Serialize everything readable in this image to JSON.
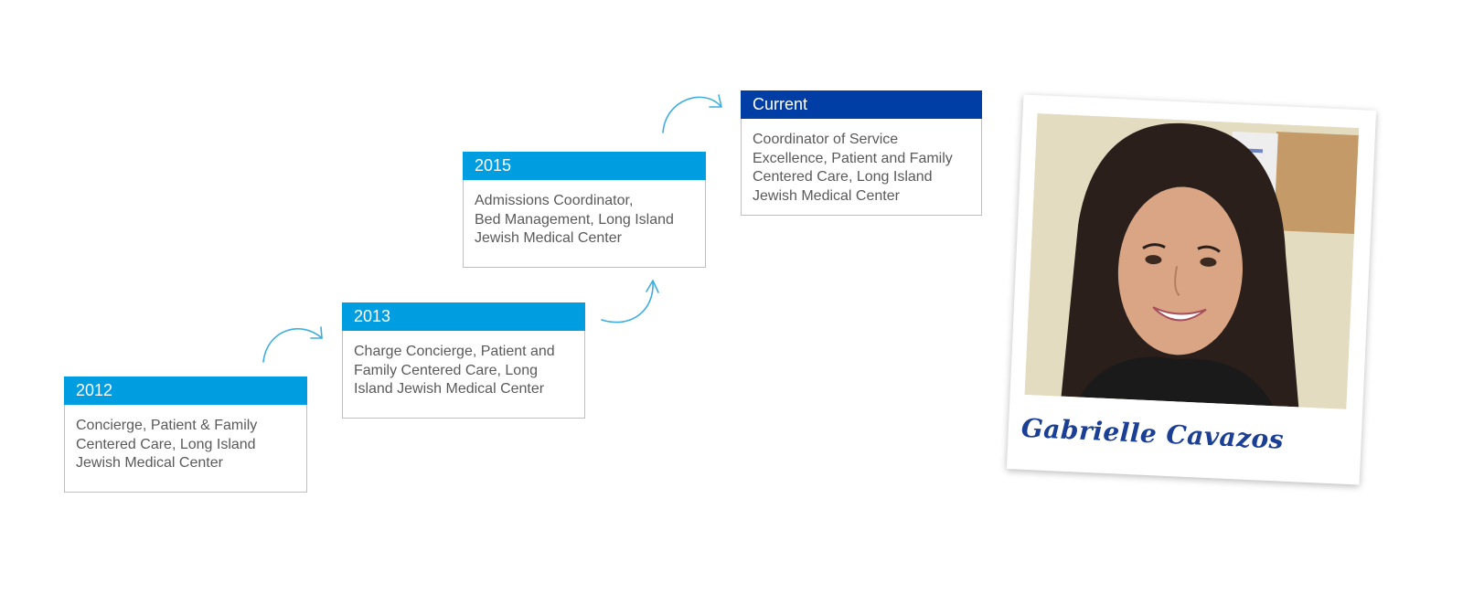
{
  "timeline": [
    {
      "key": "2012",
      "label": "2012",
      "color": "#009ee0",
      "lines": [
        "Concierge, Patient & Family",
        "Centered Care, Long Island",
        "Jewish Medical Center"
      ]
    },
    {
      "key": "2013",
      "label": "2013",
      "color": "#009ee0",
      "lines": [
        "Charge Concierge, Patient and",
        "Family Centered Care, Long",
        "Island Jewish Medical Center"
      ]
    },
    {
      "key": "2015",
      "label": "2015",
      "color": "#009ee0",
      "lines": [
        "Admissions Coordinator,",
        "Bed Management, Long Island",
        "Jewish Medical Center"
      ]
    },
    {
      "key": "current",
      "label": "Current",
      "color": "#003da5",
      "lines": [
        "Coordinator of Service",
        "Excellence, Patient and Family",
        "Centered Care, Long Island",
        "Jewish Medical Center"
      ]
    }
  ],
  "arrow_color": "#3eaee0",
  "profile": {
    "name": "Gabrielle Cavazos",
    "name_color": "#1c3f96"
  }
}
